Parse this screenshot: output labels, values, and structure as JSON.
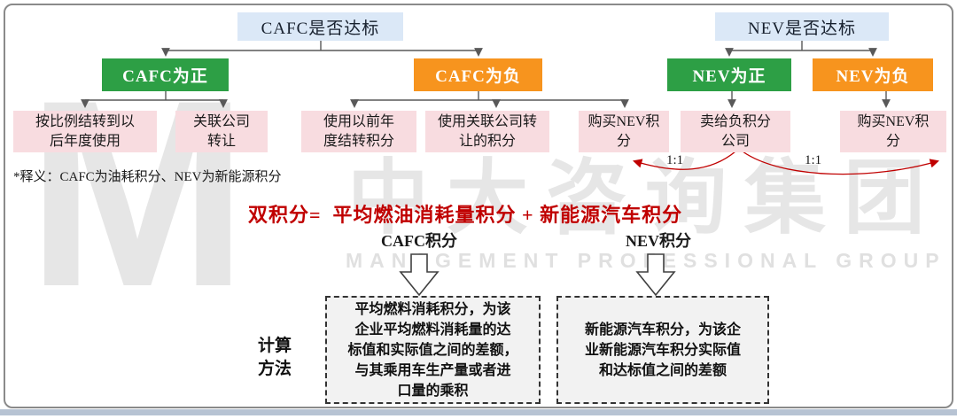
{
  "palette": {
    "root_blue": "#dbe8f7",
    "positive_green": "#2d9f45",
    "negative_orange": "#f7941e",
    "leaf_pink": "#f8dce0",
    "formula_red": "#c00000",
    "connector_gray": "#595959",
    "dashed_fill": "#f2f2f2",
    "bottom_band": "#b7c3d3"
  },
  "tree": {
    "cafc_root": "CAFC是否达标",
    "nev_root": "NEV是否达标",
    "cafc_pos": "CAFC为正",
    "cafc_neg": "CAFC为负",
    "nev_pos": "NEV为正",
    "nev_neg": "NEV为负",
    "leaf_carryover": "按比例结转到以\n后年度使用",
    "leaf_affiliate_transfer": "关联公司\n转让",
    "leaf_use_prior": "使用以前年\n度结转积分",
    "leaf_use_affiliate": "使用关联公司转\n让的积分",
    "leaf_buy_nev_left": "购买NEV积\n分",
    "leaf_sell_negative": "卖给负积分\n公司",
    "leaf_buy_nev_right": "购买NEV积\n分"
  },
  "ratios": {
    "left": "1:1",
    "right": "1:1"
  },
  "note": "*释义：CAFC为油耗积分、NEV为新能源积分",
  "formula": "双积分=  平均燃油消耗量积分 + 新能源汽车积分",
  "score_labels": {
    "cafc": "CAFC积分",
    "nev": "NEV积分"
  },
  "calc_method_label": "计算\n方法",
  "calc_boxes": {
    "cafc": "平均燃料消耗积分，为该\n企业平均燃料消耗量的达\n标值和实际值之间的差额，\n与其乘用车生产量或者进\n口量的乘积",
    "nev": "新能源汽车积分，为该企\n业新能源汽车积分实际值\n和达标值之间的差额"
  },
  "watermark": {
    "logo": "M",
    "cn": "中大咨询集团",
    "en": "MANAGEMENT PROFESSIONAL GROUP"
  }
}
